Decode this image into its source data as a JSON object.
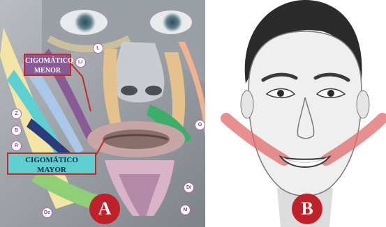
{
  "figure": {
    "panel_a": {
      "label_menor_line1": "CIGOMÁTICO",
      "label_menor_line2": "MENOR",
      "label_mayor_line1": "CIGOMÁTICO",
      "label_mayor_line2": "MAYOR",
      "badge": "A",
      "tags": [
        "L",
        "Lr",
        "Z",
        "B",
        "R",
        "O",
        "DI",
        "M",
        "De"
      ]
    },
    "panel_b": {
      "badge": "B"
    },
    "colors": {
      "label_red": "#c62828",
      "menor_fill": "#8a5a96",
      "mayor_fill": "#5fd0d2",
      "badge_red": "#c0202a",
      "smile_band": "#e06a6a"
    }
  }
}
